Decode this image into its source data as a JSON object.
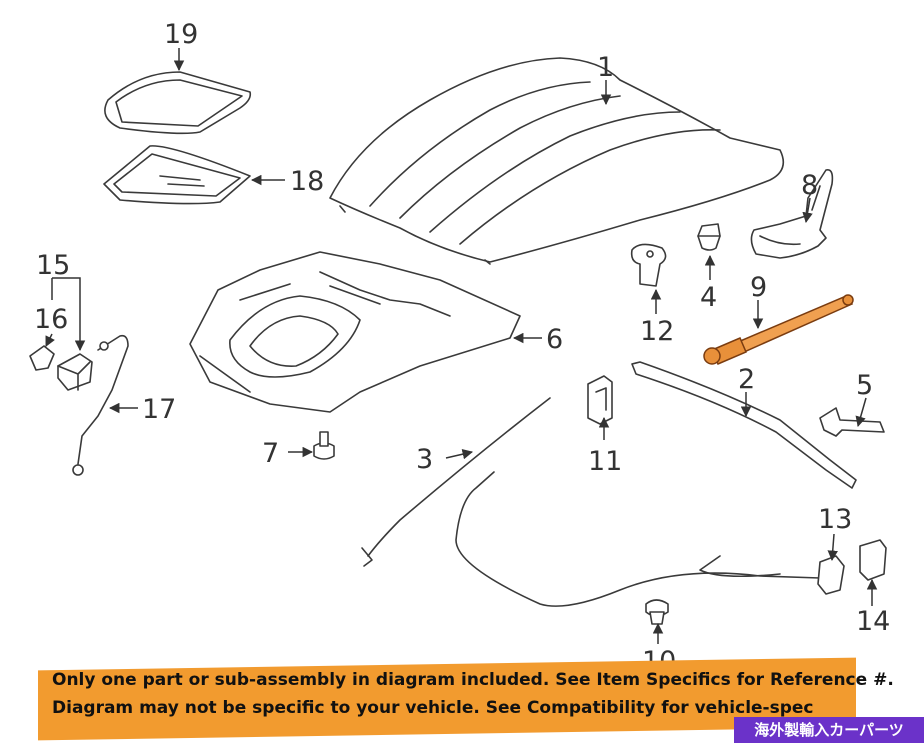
{
  "callouts": {
    "c1": "1",
    "c2": "2",
    "c3": "3",
    "c4": "4",
    "c5": "5",
    "c6": "6",
    "c7": "7",
    "c8": "8",
    "c9": "9",
    "c10": "10",
    "c11": "11",
    "c12": "12",
    "c13": "13",
    "c14": "14",
    "c15": "15",
    "c16": "16",
    "c17": "17",
    "c18": "18",
    "c19": "19"
  },
  "notice": {
    "line1": "Only one part or sub-assembly in diagram included. See Item Specifics for Reference #.",
    "line2": "Diagram may not be specific to your vehicle. See Compatibility for vehicle-spec"
  },
  "watermark": "海外製輸入カーパーツ",
  "colors": {
    "banner": "#f29b2f",
    "watermark_bg": "#6b32c9",
    "highlight_part": "#f0a050"
  }
}
